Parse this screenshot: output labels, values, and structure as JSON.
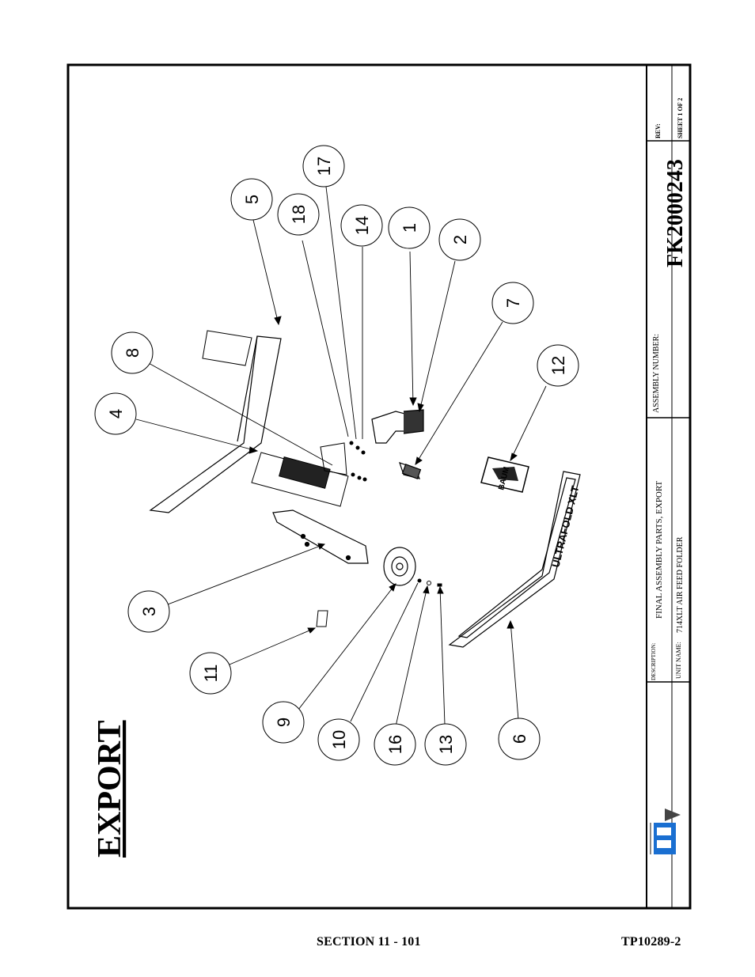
{
  "drawing": {
    "heading": "EXPORT",
    "title_block": {
      "rev_label": "REV:",
      "sheet_label": "SHEET 1 OF 2",
      "assembly_number_label": "ASSEMBLY NUMBER:",
      "assembly_number": "FK2000243",
      "description_label": "DESCRIPTION:",
      "description": "FINAL ASSEMBLY PARTS, EXPORT",
      "unit_name_label": "UNIT NAME:",
      "unit_name": "714XLT AIR FEED FOLDER"
    },
    "decal_text": "ULTRAFOLD XLT",
    "baum_logo_text": "BAUM",
    "callouts": [
      "1",
      "2",
      "3",
      "4",
      "5",
      "6",
      "7",
      "8",
      "9",
      "10",
      "11",
      "12",
      "13",
      "14",
      "16",
      "17",
      "18"
    ]
  },
  "footer": {
    "section": "SECTION 11 -  101",
    "code": "TP10289-2"
  }
}
